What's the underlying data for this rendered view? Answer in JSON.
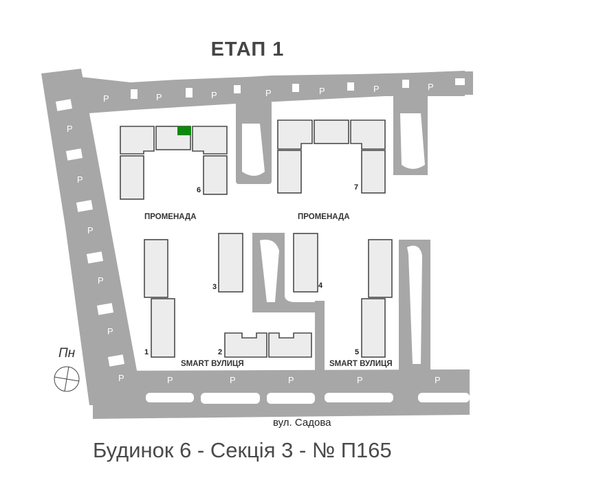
{
  "title": "ЕТАП 1",
  "caption": "Будинок 6 - Секція 3 - № П165",
  "parking_label": "P",
  "promenade_labels": [
    "ПРОМЕНАДА",
    "ПРОМЕНАДА"
  ],
  "smart_street_labels": [
    "SMART ВУЛИЦЯ",
    "SMART ВУЛИЦЯ"
  ],
  "street_name": "вул. Садова",
  "north_label": "Пн",
  "buildings": [
    {
      "number": "1"
    },
    {
      "number": "2"
    },
    {
      "number": "3"
    },
    {
      "number": "4"
    },
    {
      "number": "5"
    },
    {
      "number": "6"
    },
    {
      "number": "7"
    }
  ],
  "selection": {
    "building": "6",
    "section": "3",
    "unit": "П165",
    "color": "#0a8a0a"
  },
  "colors": {
    "road": "#a7a7a7",
    "building_fill": "#ececec",
    "building_stroke": "#4a4a4a",
    "text": "#454545"
  }
}
